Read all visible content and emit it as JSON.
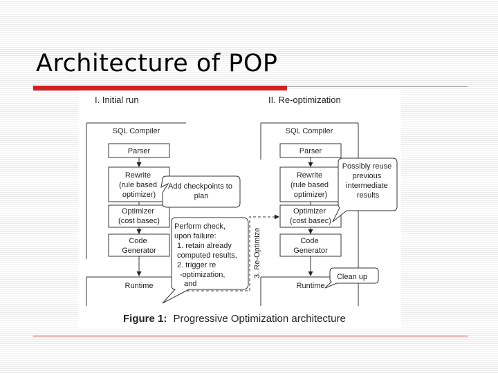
{
  "slide": {
    "title": "Architecture of POP"
  },
  "figure": {
    "initial_run": {
      "heading": "I. Initial run",
      "compiler": "SQL Compiler",
      "parser": "Parser",
      "rewrite": [
        "Rewrite",
        "(rule based",
        "optimizer)"
      ],
      "optimizer": [
        "Optimizer",
        "(cost basec)"
      ],
      "codegen": [
        "Code",
        "Generator"
      ],
      "runtime": "Runtime"
    },
    "reopt": {
      "heading": "II. Re-optimization",
      "compiler": "SQL Compiler",
      "parser": "Parser",
      "rewrite": [
        "Rewrite",
        "(rule based",
        "optimizer)"
      ],
      "optimizer": [
        "Optimizer",
        "(cost basec)"
      ],
      "codegen": [
        "Code",
        "Generator"
      ],
      "runtime": "Runtime"
    },
    "callouts": {
      "checkpoints": [
        "Add checkpoints to",
        "plan"
      ],
      "perform_check": [
        "Perform check,",
        "upon failure:",
        "1. retain already",
        "computed results,",
        "2. trigger re",
        "-optimization,",
        "and"
      ],
      "reuse": [
        "Possibly reuse",
        "previous",
        "intermediate",
        "results"
      ],
      "cleanup": "Clean up"
    },
    "reoptimize_label": "3. Re-Optimize",
    "caption_label": "Figure 1:",
    "caption_text": "Progressive Optimization architecture"
  }
}
